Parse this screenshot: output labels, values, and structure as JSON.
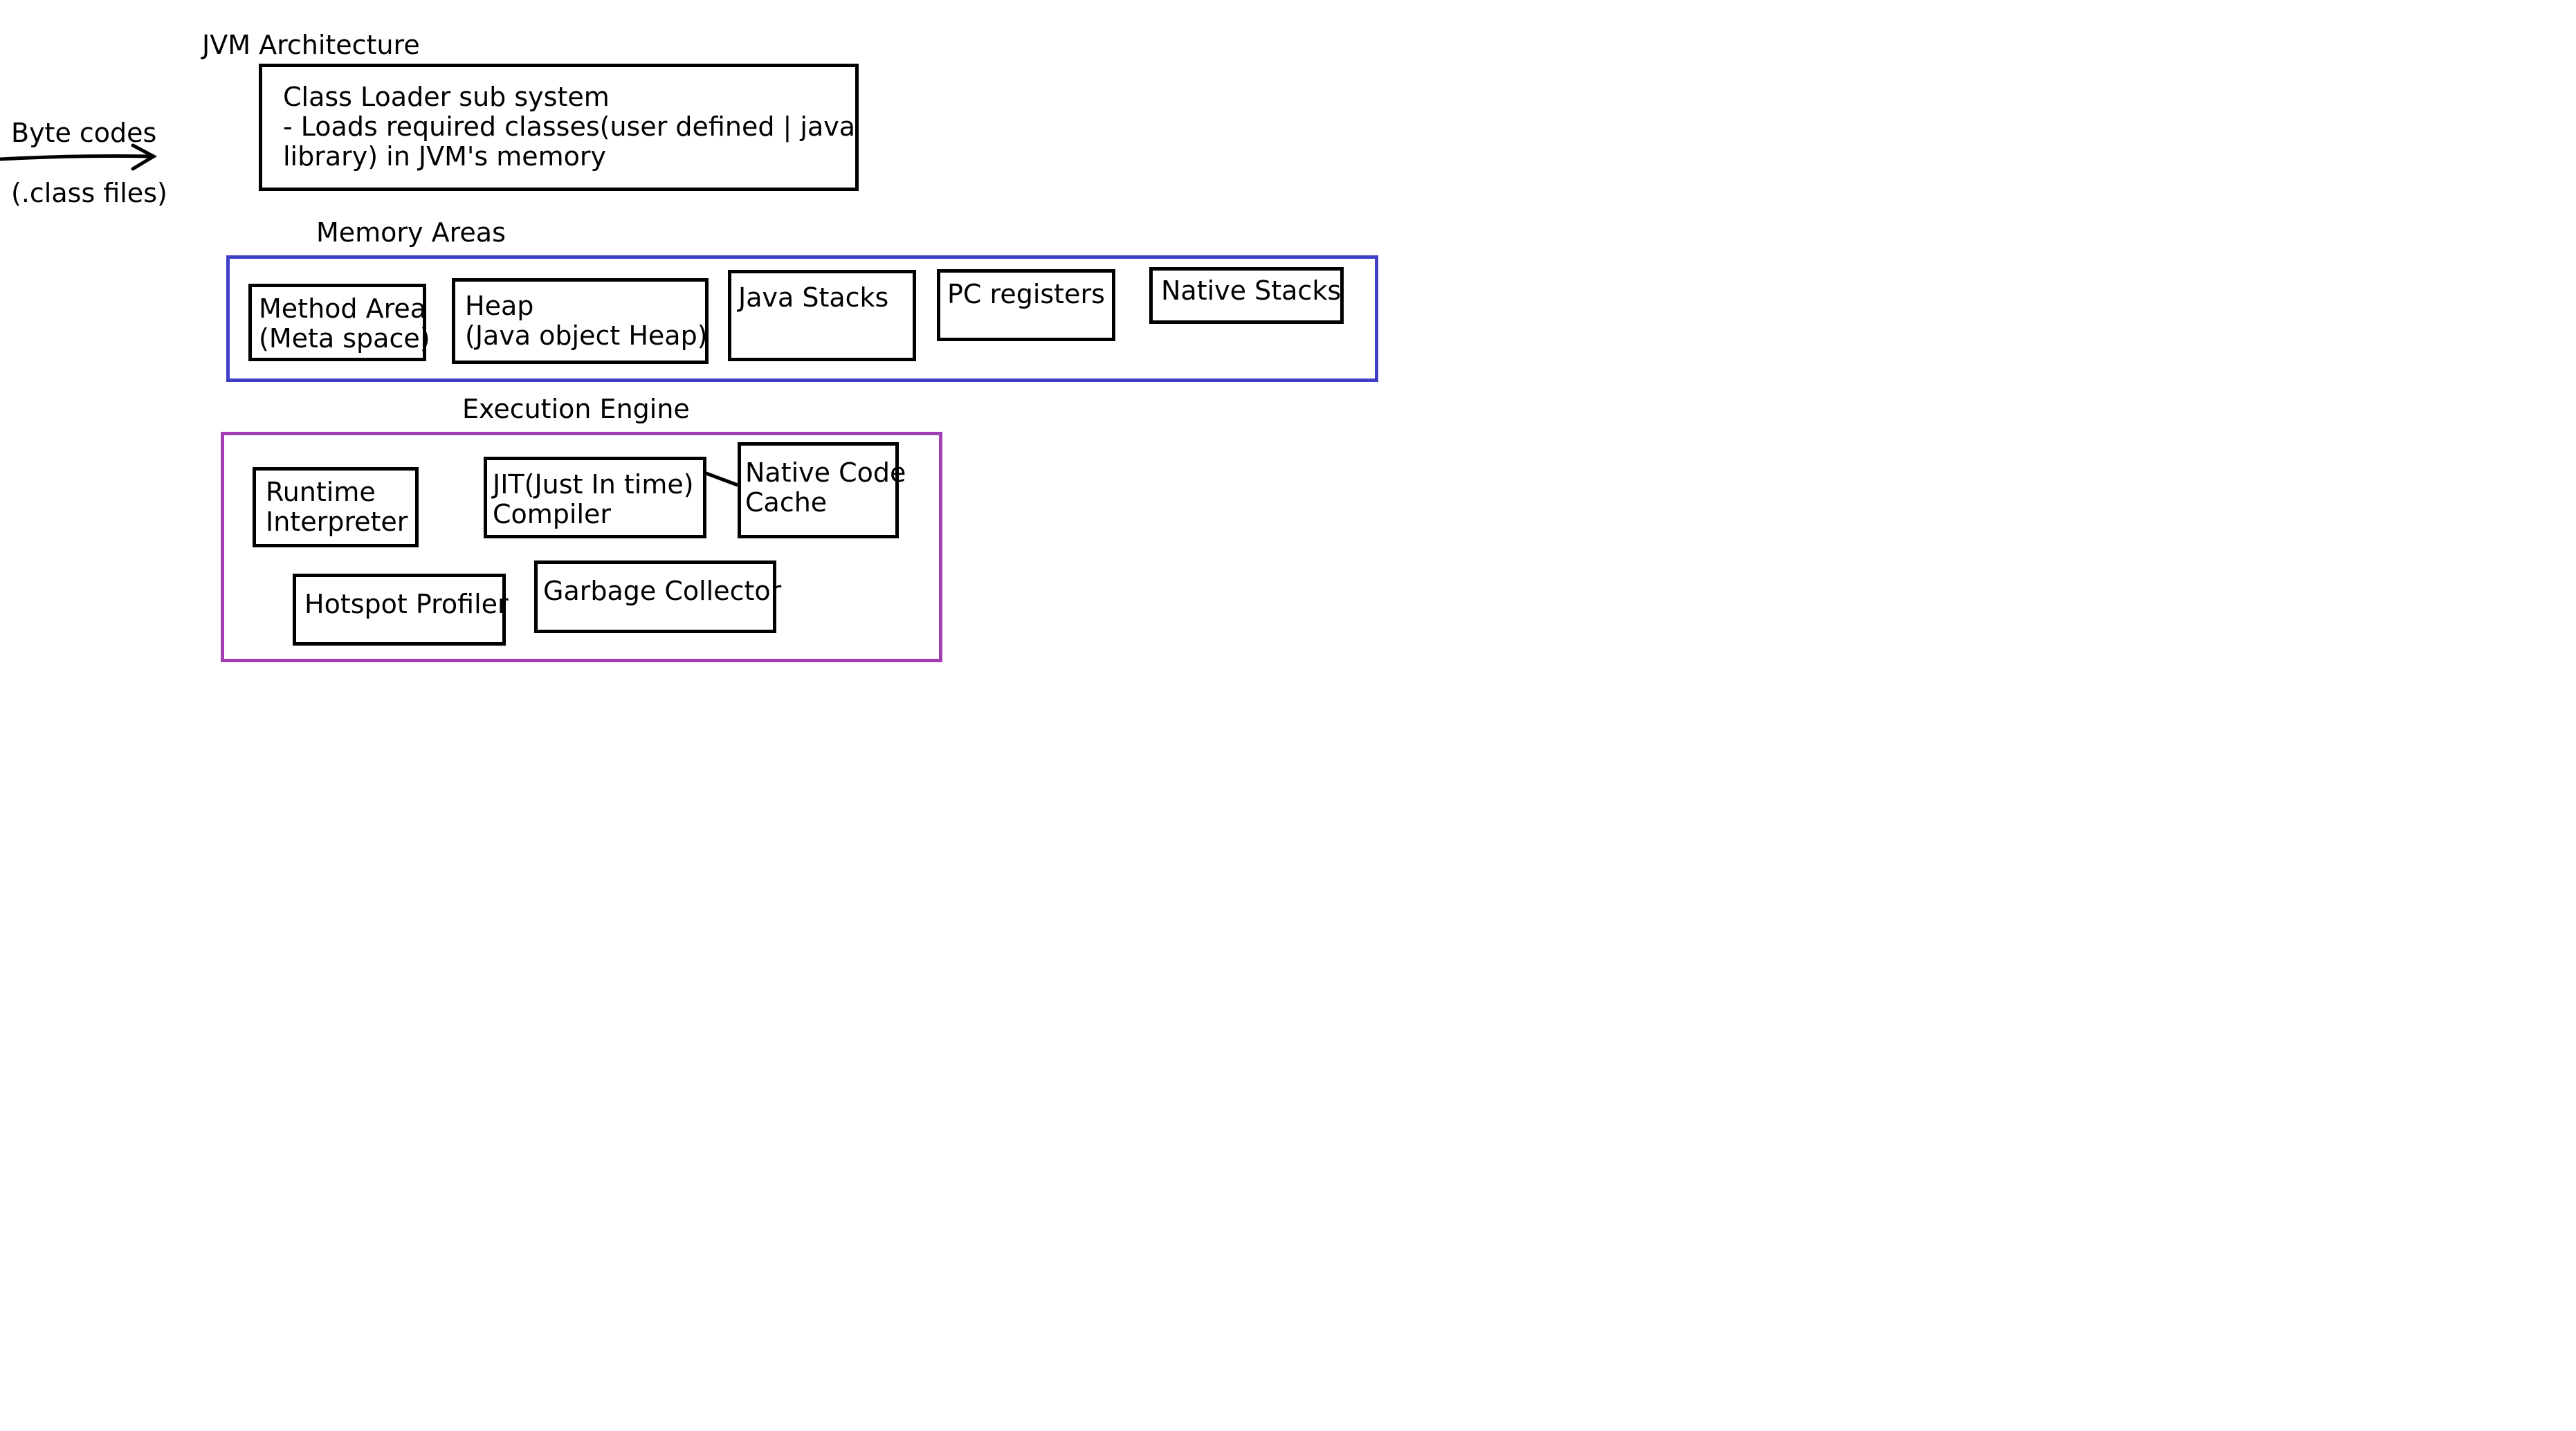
{
  "title": "JVM Architecture",
  "input": {
    "line1": "Byte codes",
    "line2": "(.class files)"
  },
  "class_loader": {
    "title": "Class Loader sub system",
    "description": "- Loads required classes(user defined | java\nlibrary) in JVM's memory"
  },
  "memory_areas": {
    "label": "Memory Areas",
    "border_color": "#3f3fc8",
    "items": [
      "Method Area\n(Meta space)",
      "Heap\n(Java object Heap)",
      "Java Stacks",
      "PC registers",
      "Native Stacks"
    ]
  },
  "execution_engine": {
    "label": "Execution Engine",
    "border_color": "#a040b0",
    "items": [
      "Runtime\nInterpreter",
      "JIT(Just In time)\nCompiler",
      "Native Code\nCache",
      "Hotspot Profiler",
      "Garbage Collector"
    ]
  }
}
